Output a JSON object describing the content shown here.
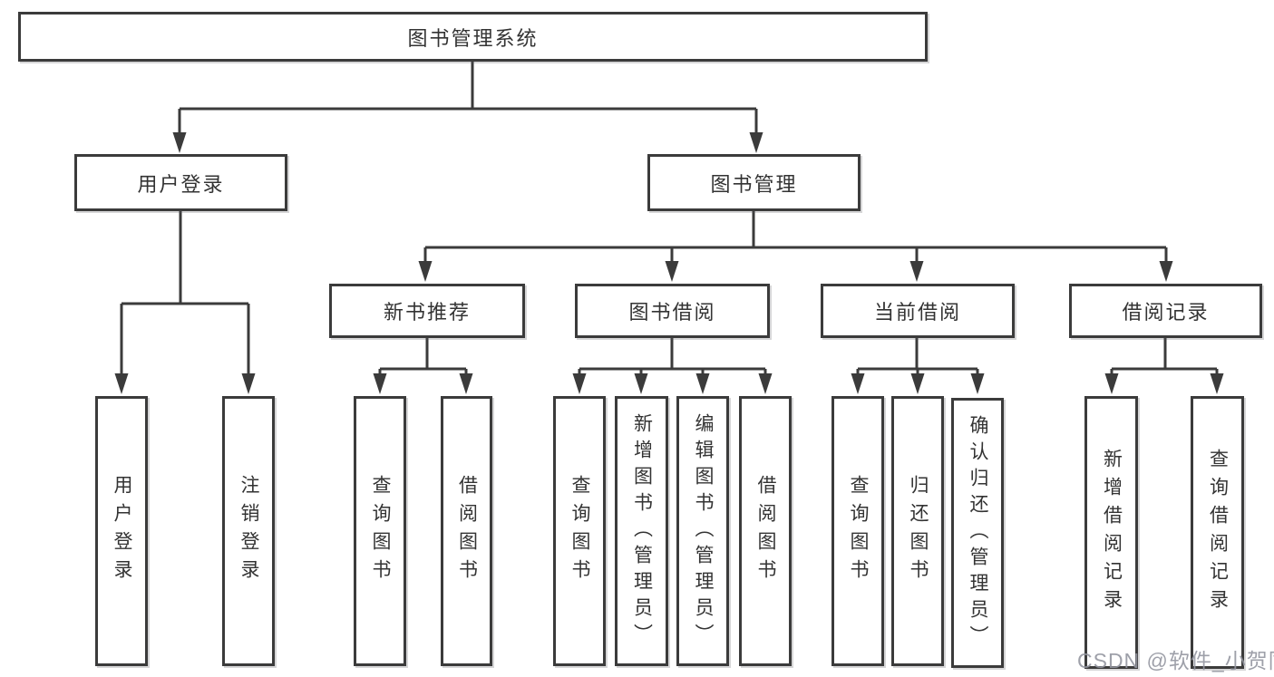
{
  "nodes": {
    "root": "图书管理系统",
    "login_branch": "用户登录",
    "mgmt_branch": "图书管理",
    "rec_branch": "新书推荐",
    "borrow_branch": "图书借阅",
    "current_branch": "当前借阅",
    "records_branch": "借阅记录",
    "leaf_user_login": "用户登录",
    "leaf_logout": "注销登录",
    "rec_query_book": "查询图书",
    "rec_borrow_book": "借阅图书",
    "borrow_query_book": "查询图书",
    "borrow_add_book": "新增图书（管理员）",
    "borrow_edit_book": "编辑图书（管理员）",
    "borrow_borrow_book": "借阅图书",
    "current_query_book": "查询图书",
    "current_return_book": "归还图书",
    "current_confirm_return": "确认归还（管理员）",
    "records_add_record": "新增借阅记录",
    "records_query_record": "查询借阅记录"
  },
  "watermark": "CSDN @软件_小贺同学",
  "colors": {
    "line": "#3b3b3b",
    "text": "#333333",
    "watermark": "#9496a0",
    "background": "#ffffff"
  }
}
